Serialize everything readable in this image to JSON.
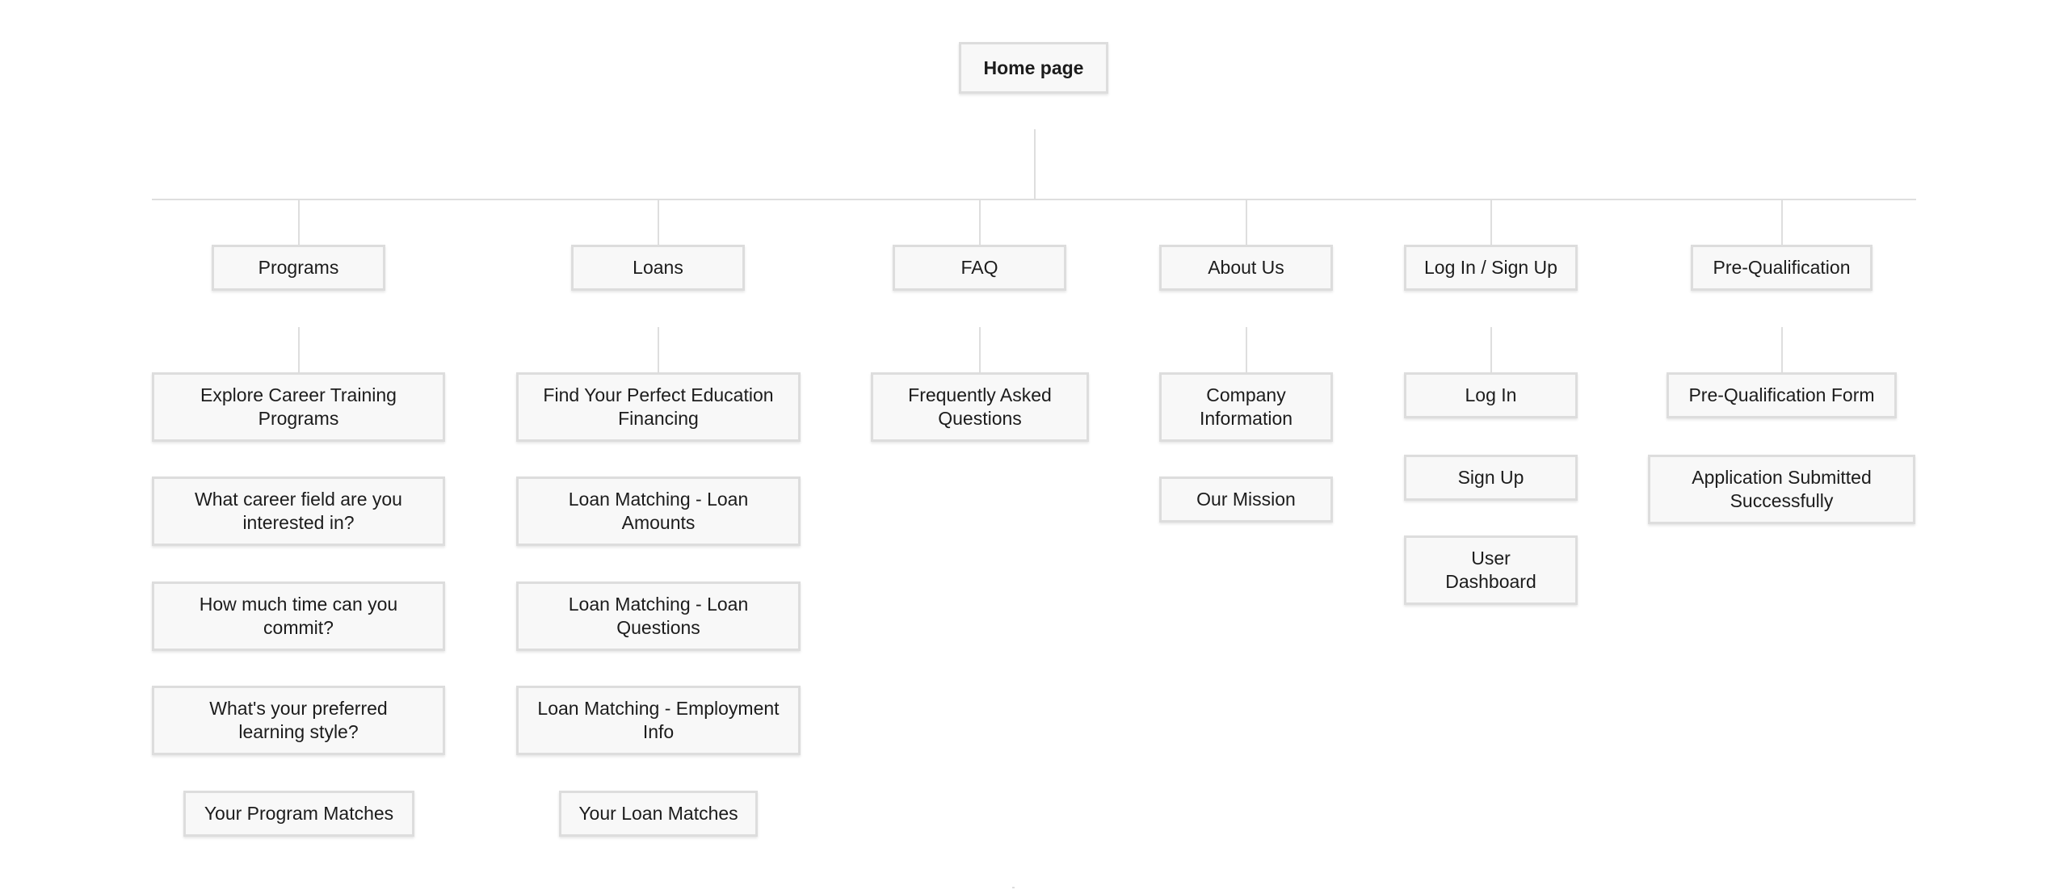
{
  "sitemap": {
    "root": "Home page",
    "categories": [
      {
        "label": "Programs",
        "pages": [
          "Explore Career Training\nPrograms",
          "What career field are you\ninterested in?",
          "How much time can you\ncommit?",
          "What's your preferred\nlearning style?",
          "Your Program Matches"
        ]
      },
      {
        "label": "Loans",
        "pages": [
          "Find Your Perfect Education\nFinancing",
          "Loan Matching - Loan\nAmounts",
          "Loan Matching - Loan\nQuestions",
          "Loan Matching - Employment\nInfo",
          "Your Loan Matches"
        ]
      },
      {
        "label": "FAQ",
        "pages": [
          "Frequently Asked\nQuestions"
        ]
      },
      {
        "label": "About Us",
        "pages": [
          "Company\nInformation",
          "Our Mission"
        ]
      },
      {
        "label": "Log In / Sign Up",
        "pages": [
          "Log In",
          "Sign Up",
          "User\nDashboard"
        ]
      },
      {
        "label": "Pre-Qualification",
        "pages": [
          "Pre-Qualification Form",
          "Application Submitted\nSuccessfully"
        ]
      }
    ]
  }
}
